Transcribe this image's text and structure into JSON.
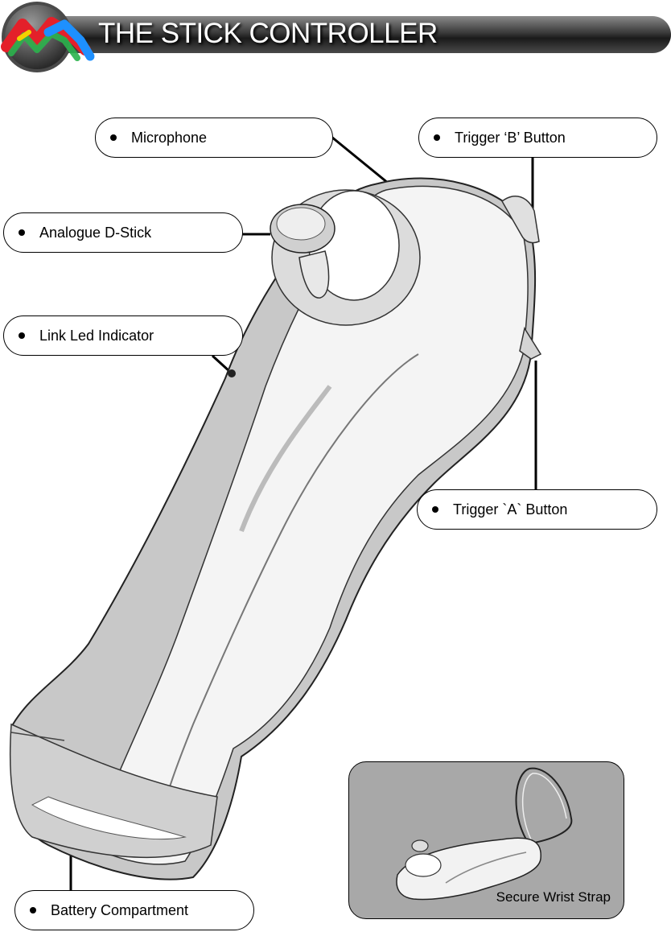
{
  "header": {
    "title": "THE STICK CONTROLLER",
    "logo_icon": "colorful-m-logo-icon",
    "colors": {
      "bar_dark": "#1a1a1a",
      "logo_red": "#e4202a",
      "logo_green": "#2bb24c",
      "logo_blue": "#1e90ff",
      "logo_yellow": "#f5d000"
    }
  },
  "callouts": {
    "microphone": "Microphone",
    "trigger_b": "Trigger ‘B’ Button",
    "analogue_stick": "Analogue D-Stick",
    "link_led": "Link Led Indicator",
    "trigger_a": "Trigger `A`  Button",
    "battery": "Battery Compartment"
  },
  "inset": {
    "label": "Secure Wrist Strap",
    "background": "#a8a8a8"
  },
  "illustration": {
    "subject": "controller-drawing-icon"
  }
}
